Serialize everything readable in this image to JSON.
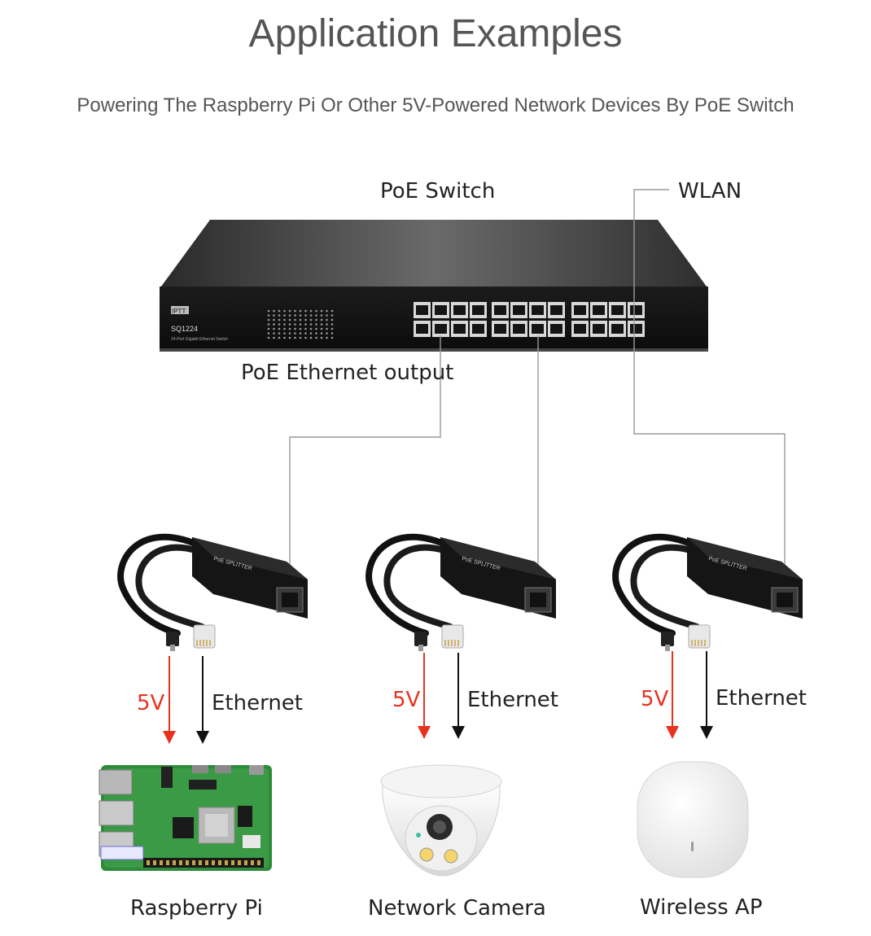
{
  "title": "Application Examples",
  "subtitle": "Powering The Raspberry Pi Or Other 5V-Powered Network Devices By PoE Switch",
  "switch": {
    "label": "PoE Switch",
    "uplink_label": "WLAN",
    "output_label": "PoE Ethernet output",
    "model": "SQ1224",
    "brand": "IPTT",
    "description": "24-Port Gigabit Ethernet Switch"
  },
  "splitter": {
    "name": "PoE SPLITTER",
    "power_label": "5V",
    "data_label": "Ethernet"
  },
  "devices": [
    {
      "name": "Raspberry Pi",
      "icon": "raspberry-pi-board-icon"
    },
    {
      "name": "Network Camera",
      "icon": "dome-camera-icon"
    },
    {
      "name": "Wireless AP",
      "icon": "wireless-ap-icon"
    }
  ],
  "colors": {
    "power_arrow": "#e8321e",
    "data_arrow": "#111111",
    "wire": "#9a9a9a",
    "text": "#555555"
  }
}
